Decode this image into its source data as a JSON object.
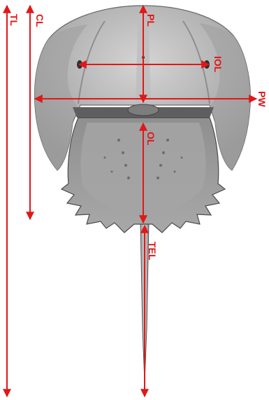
{
  "colors": {
    "measure": "#e01818",
    "shell_light": "#c9c9c9",
    "shell_mid": "#9c9c9c",
    "shell_dark": "#4a4a4a",
    "background": "#ffffff"
  },
  "labels": {
    "tl": "TL",
    "cl": "CL",
    "pl": "PL",
    "iol": "IOL",
    "pw": "PW",
    "ol": "OL",
    "tel": "TEL"
  }
}
